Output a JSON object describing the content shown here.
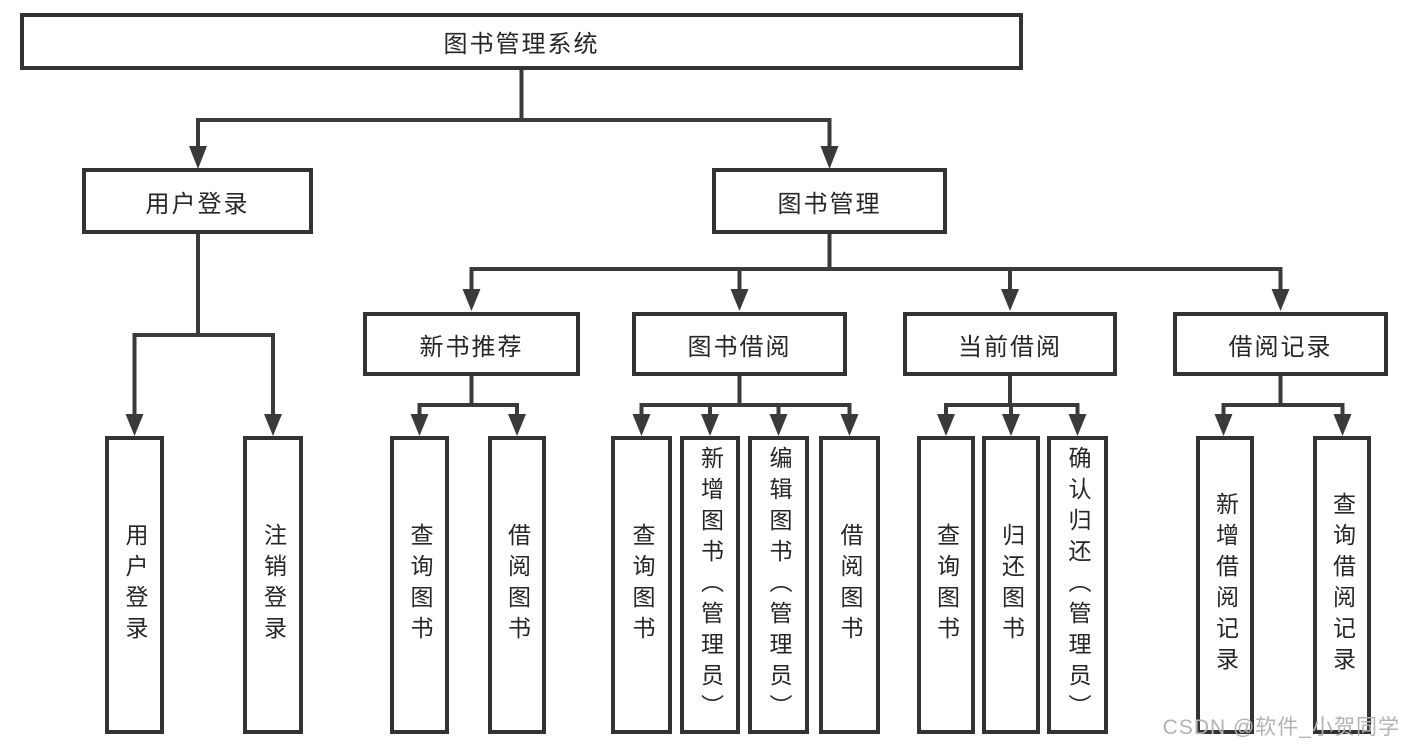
{
  "diagram": {
    "type": "hierarchy-tree",
    "tree": {
      "label": "图书管理系统",
      "children": [
        {
          "label": "用户登录",
          "children": [
            {
              "label": "用户登录"
            },
            {
              "label": "注销登录"
            }
          ]
        },
        {
          "label": "图书管理",
          "children": [
            {
              "label": "新书推荐",
              "children": [
                {
                  "label": "查询图书"
                },
                {
                  "label": "借阅图书"
                }
              ]
            },
            {
              "label": "图书借阅",
              "children": [
                {
                  "label": "查询图书"
                },
                {
                  "label": "新增图书（管理员）"
                },
                {
                  "label": "编辑图书（管理员）"
                },
                {
                  "label": "借阅图书"
                }
              ]
            },
            {
              "label": "当前借阅",
              "children": [
                {
                  "label": "查询图书"
                },
                {
                  "label": "归还图书"
                },
                {
                  "label": "确认归还（管理员）"
                }
              ]
            },
            {
              "label": "借阅记录",
              "children": [
                {
                  "label": "新增借阅记录"
                },
                {
                  "label": "查询借阅记录"
                }
              ]
            }
          ]
        }
      ]
    }
  },
  "watermark": {
    "text": "CSDN @软件_小贺同学"
  },
  "colors": {
    "line": "#3a3a3a",
    "box_border": "#333333",
    "text": "#262626",
    "watermark": "#b3b3b3",
    "background": "#ffffff"
  }
}
